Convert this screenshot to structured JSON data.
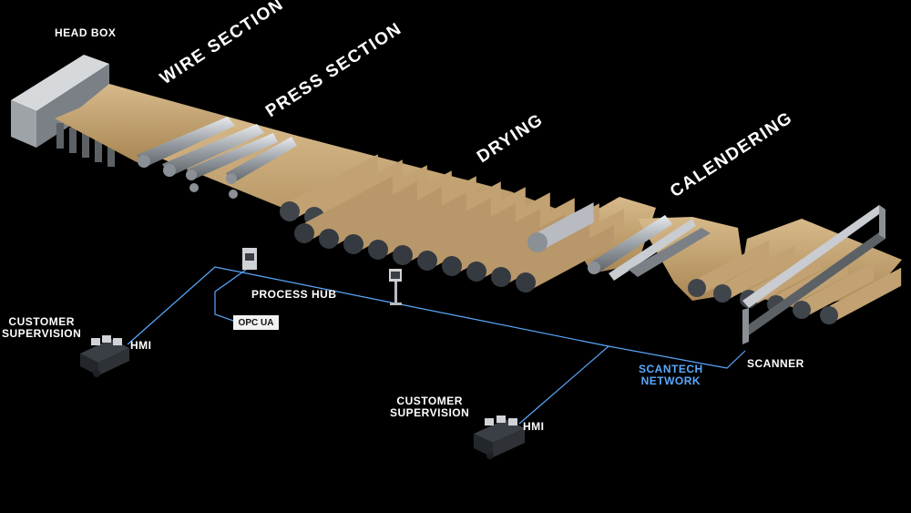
{
  "labels": {
    "head_box": "HEAD BOX",
    "wire_section": "WIRE SECTION",
    "press_section": "PRESS SECTION",
    "drying": "DRYING",
    "calendering": "CALENDERING",
    "process_hub": "PROCESS HUB",
    "opc_ua": "OPC UA",
    "customer_supervision_1a": "CUSTOMER",
    "customer_supervision_1b": "SUPERVISION",
    "hmi_1": "HMI",
    "customer_supervision_2a": "CUSTOMER",
    "customer_supervision_2b": "SUPERVISION",
    "hmi_2": "HMI",
    "scantech_network_a": "SCANTECH",
    "scantech_network_b": "NETWORK",
    "scanner": "SCANNER"
  },
  "colors": {
    "background": "#000000",
    "paper": "#c9a979",
    "roller": "#3d4249",
    "steel": "#b8bcc2",
    "network_line": "#5aa9ff",
    "text": "#ffffff"
  }
}
